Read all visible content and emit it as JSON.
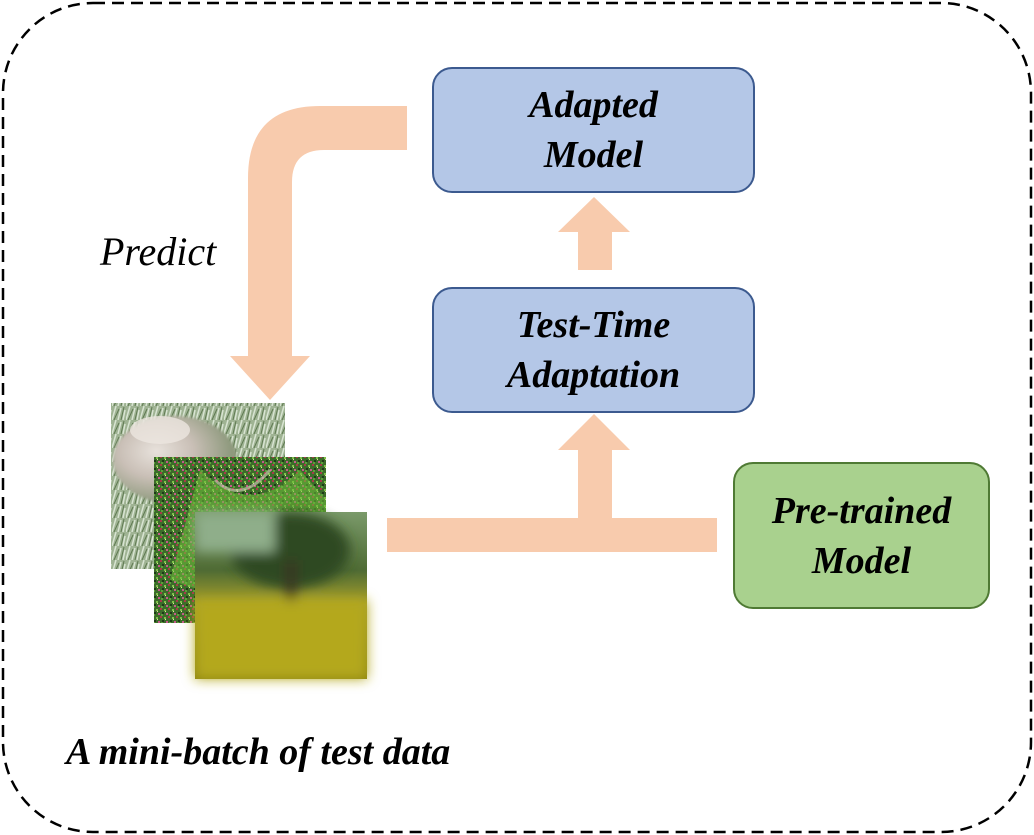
{
  "boxes": {
    "adapted_model": {
      "line1": "Adapted",
      "line2": "Model"
    },
    "test_time_adaptation": {
      "line1": "Test-Time",
      "line2": "Adaptation"
    },
    "pretrained_model": {
      "line1": "Pre-trained",
      "line2": "Model"
    }
  },
  "labels": {
    "predict": "Predict",
    "mini_batch": "A mini-batch of test data"
  },
  "colors": {
    "arrow": "#f8cbad",
    "box_blue_fill": "#b4c7e7",
    "box_blue_border": "#3c5a8f",
    "box_green_fill": "#a9d18e",
    "box_green_border": "#4f7a34",
    "frame_border": "#000000"
  },
  "images": [
    {
      "name": "mushroom-grass-image",
      "description_icon": "photo-icon"
    },
    {
      "name": "noisy-green-image",
      "description_icon": "photo-icon"
    },
    {
      "name": "blurred-field-tree-image",
      "description_icon": "photo-icon"
    }
  ]
}
